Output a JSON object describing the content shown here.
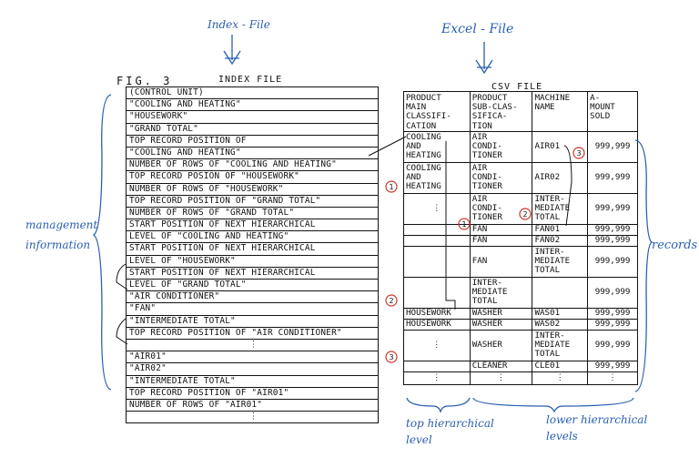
{
  "annotations": {
    "index_file_note": "Index - File",
    "excel_file_note": "Excel - File",
    "management_line1": "management",
    "management_line2": "information",
    "records_note": "records",
    "top_level_line1": "top hierarchical",
    "top_level_line2": "level",
    "lower_level_line1": "lower hierarchical",
    "lower_level_line2": "levels"
  },
  "figure": {
    "label": "FIG. 3",
    "index_title": "INDEX FILE",
    "csv_title": "CSV FILE"
  },
  "index_rows": [
    "(CONTROL UNIT)",
    "\"COOLING AND HEATING\"",
    "\"HOUSEWORK\"",
    "\"GRAND TOTAL\"",
    "TOP RECORD POSITION OF",
    "\"COOLING AND HEATING\"",
    "NUMBER OF ROWS OF \"COOLING AND HEATING\"",
    "TOP RECORD POSION OF \"HOUSEWORK\"",
    "NUMBER OF ROWS OF \"HOUSEWORK\"",
    "TOP RECORD POSITION OF \"GRAND TOTAL\"",
    "NUMBER OF ROWS OF \"GRAND TOTAL\"",
    "START POSITION OF NEXT HIERARCHICAL",
    "LEVEL OF \"COOLING AND HEATING\"",
    "START POSITION OF NEXT HIERARCHICAL",
    "LEVEL OF \"HOUSEWORK\"",
    "START POSITION OF NEXT HIERARCHICAL",
    "LEVEL OF \"GRAND TOTAL\"",
    "\"AIR CONDITIONER\"",
    "\"FAN\"",
    "\"INTERMEDIATE TOTAL\"",
    "TOP RECORD POSITION OF \"AIR CONDITIONER\"",
    "⋮",
    "\"AIR01\"",
    "\"AIR02\"",
    "\"INTERMEDIATE TOTAL\"",
    "TOP RECORD POSITION OF \"AIR01\"",
    "NUMBER OF ROWS OF \"AIR01\"",
    "⋮"
  ],
  "csv": {
    "headers": [
      "PRODUCT\nMAIN\nCLASSIFI-\nCATION",
      "PRODUCT\nSUB-CLAS-\nSIFICA-\nTION",
      "MACHINE\nNAME",
      "A-\nMOUNT\nSOLD"
    ],
    "rows": [
      [
        "COOLING\nAND\nHEATING",
        "AIR\nCONDI-\nTIONER",
        "AIR01",
        "999,999"
      ],
      [
        "COOLING\nAND\nHEATING",
        "AIR\nCONDI-\nTIONER",
        "AIR02",
        "999,999"
      ],
      [
        "⋮",
        "AIR\nCONDI-\nTIONER",
        "INTER-\nMEDIATE\nTOTAL",
        "999,999"
      ],
      [
        "",
        "FAN",
        "FAN01",
        "999,999"
      ],
      [
        "",
        "FAN",
        "FAN02",
        "999,999"
      ],
      [
        "",
        "FAN",
        "INTER-\nMEDIATE\nTOTAL",
        "999,999"
      ],
      [
        "",
        "INTER-\nMEDIATE\nTOTAL",
        "",
        "999,999"
      ],
      [
        "HOUSEWORK",
        "WASHER",
        "WAS01",
        "999,999"
      ],
      [
        "HOUSEWORK",
        "WASHER",
        "WAS02",
        "999,999"
      ],
      [
        "⋮",
        "WASHER",
        "INTER-\nMEDIATE\nTOTAL",
        "999,999"
      ],
      [
        "",
        "CLEANER",
        "CLE01",
        "999,999"
      ],
      [
        "⋮",
        "⋮",
        "⋮",
        "⋮"
      ]
    ]
  },
  "markers": [
    "1",
    "1",
    "2",
    "2",
    "3",
    "3"
  ],
  "colors": {
    "annotation_blue": "#2a5fb0",
    "marker_red": "#d0342c",
    "ink": "#111111"
  }
}
